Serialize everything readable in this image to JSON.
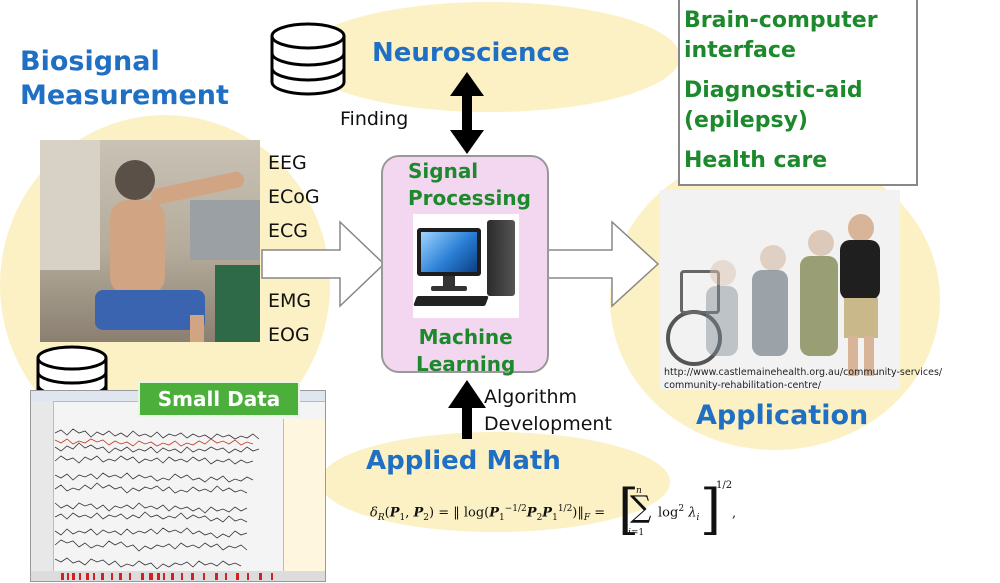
{
  "left": {
    "title_line1": "Biosignal",
    "title_line2": "Measurement",
    "signals": [
      "EEG",
      "ECoG",
      "ECG",
      "EMG",
      "EOG"
    ],
    "small_data_label": "Small Data"
  },
  "top": {
    "neuroscience": "Neuroscience",
    "finding": "Finding"
  },
  "center": {
    "signal_processing_line1": "Signal",
    "signal_processing_line2": "Processing",
    "ml_line1": "Machine",
    "ml_line2": "Learning"
  },
  "bottom": {
    "algorithm_line1": "Algorithm",
    "algorithm_line2": "Development",
    "applied_math": "Applied Math"
  },
  "right": {
    "app_line1": "Brain-computer",
    "app_line2": "interface",
    "app_line3": "Diagnostic-aid",
    "app_line4": "(epilepsy)",
    "app_line5": "Health care",
    "url_line1": "http://www.castlemainehealth.org.au/community-services/",
    "url_line2": "community-rehabilitation-centre/",
    "application": "Application"
  },
  "colors": {
    "blue_text": "#1f6fc4",
    "green_text": "#1c8a2c",
    "ellipse_fill": "#fbf1c4",
    "center_box": "#f3d6ef",
    "small_data_bg": "#4caf3c"
  }
}
